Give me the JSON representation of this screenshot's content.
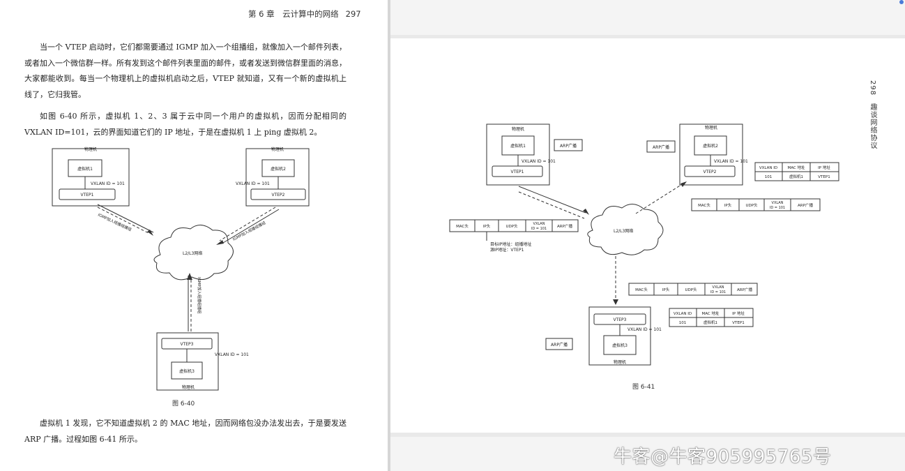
{
  "left_page": {
    "header": {
      "chapter": "第 6 章　云计算中的网络",
      "page_number": "297"
    },
    "paragraphs": [
      "当一个 VTEP 启动时，它们都需要通过 IGMP 加入一个组播组，就像加入一个邮件列表，或者加入一个微信群一样。所有发到这个邮件列表里面的邮件，或者发送到微信群里面的消息，大家都能收到。每当一个物理机上的虚拟机启动之后，VTEP 就知道，又有一个新的虚拟机上线了，它归我管。",
      "如图 6-40 所示，虚拟机 1、2、3 属于云中同一个用户的虚拟机，因而分配相同的 VXLAN ID=101，云的界面知道它们的 IP 地址，于是在虚拟机 1 上 ping 虚拟机 2。",
      "虚拟机 1 发现，它不知道虚拟机 2 的 MAC 地址，因而网络包没办法发出去，于是要发送 ARP 广播。过程如图 6-41 所示。"
    ],
    "figure_caption": "图 6-40",
    "fig40": {
      "physical": "物理机",
      "vm1": "虚拟机1",
      "vm2": "虚拟机2",
      "vm3": "虚拟机3",
      "vtep1": "VTEP1",
      "vtep2": "VTEP2",
      "vtep3": "VTEP3",
      "vxlan": "VXLAN ID = 101",
      "cloud": "L2/L3网络",
      "igmp": "IGMP加入组播组播组"
    }
  },
  "right_page": {
    "vertical_title": "298　趣谈网络协议",
    "figure_caption": "图 6-41",
    "fig41": {
      "physical": "物理机",
      "vm1": "虚拟机1",
      "vm2": "虚拟机2",
      "vm3": "虚拟机3",
      "vtep1": "VTEP1",
      "vtep2": "VTEP2",
      "vtep3": "VTEP3",
      "vxlan": "VXLAN ID = 101",
      "cloud": "L2/L3网络",
      "arp": "ARP广播",
      "packet": {
        "mac": "MAC头",
        "ip": "IP头",
        "udp": "UDP头",
        "vxlan_a": "VXLAN",
        "vxlan_b": "ID = 101",
        "arp": "ARP广播"
      },
      "table": {
        "h1": "VXLAN ID",
        "h2": "MAC 地址",
        "h3": "IP 地址",
        "c1": "101",
        "c2": "虚拟机1",
        "c3": "VTEP1"
      },
      "note_line1": "目标IP地址：组播地址",
      "note_line2": "源IP地址：VTEP1"
    }
  },
  "watermark": "牛客@牛客905995765号"
}
